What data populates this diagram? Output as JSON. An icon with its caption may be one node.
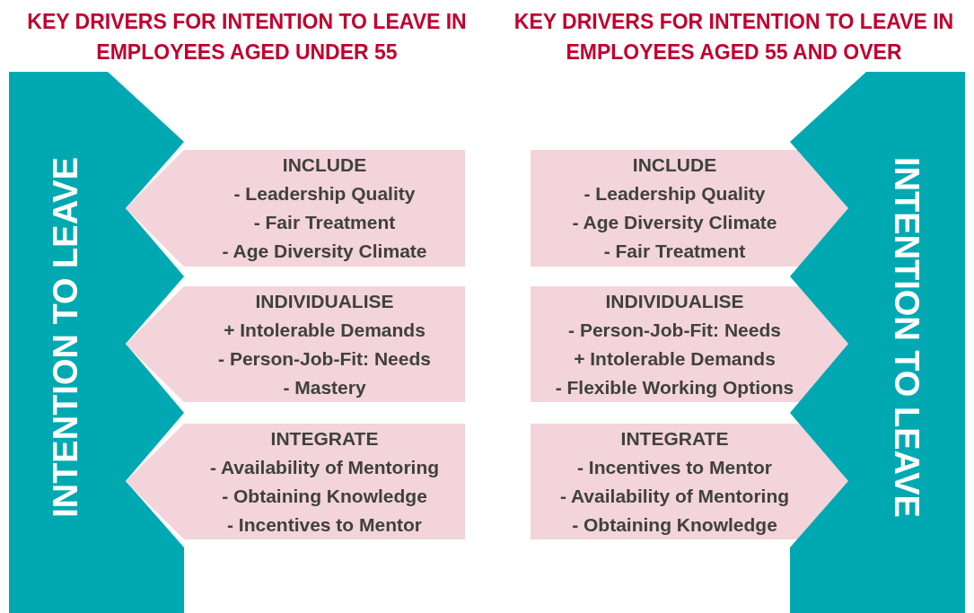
{
  "diagram": {
    "nodes": [
      {
        "text": [
          "INTENTION TO LEAVE"
        ]
      },
      {
        "text": [
          "INCLUDE",
          "- Leadership Quality",
          "- Fair Treatment",
          "- Age Diversity Climate"
        ]
      },
      {
        "text": [
          "INDIVIDUALISE",
          "+ Intolerable Demands",
          "- Person-Job-Fit: Needs",
          "- Mastery"
        ]
      },
      {
        "text": [
          "INTEGRATE",
          "- Availability of Mentoring",
          "- Obtaining Knowledge",
          "- Incentives to Mentor"
        ]
      },
      {
        "text": [
          "INCLUDE",
          "- Leadership Quality",
          "- Age Diversity Climate",
          "- Fair Treatment"
        ]
      },
      {
        "text": [
          "INDIVIDUALISE",
          "- Person-Job-Fit: Needs",
          "+ Intolerable Demands",
          "- Flexible Working Options"
        ]
      },
      {
        "text": [
          "INTEGRATE",
          "- Incentives to Mentor",
          "- Availability of Mentoring",
          "- Obtaining Knowledge"
        ]
      },
      {
        "text": [
          "INTENTION TO LEAVE"
        ]
      }
    ],
    "labels": [
      "KEY DRIVERS FOR INTENTION TO LEAVE IN EMPLOYEES AGED UNDER 55",
      "KEY DRIVERS FOR INTENTION TO LEAVE IN EMPLOYEES AGED 55 AND OVER"
    ]
  }
}
